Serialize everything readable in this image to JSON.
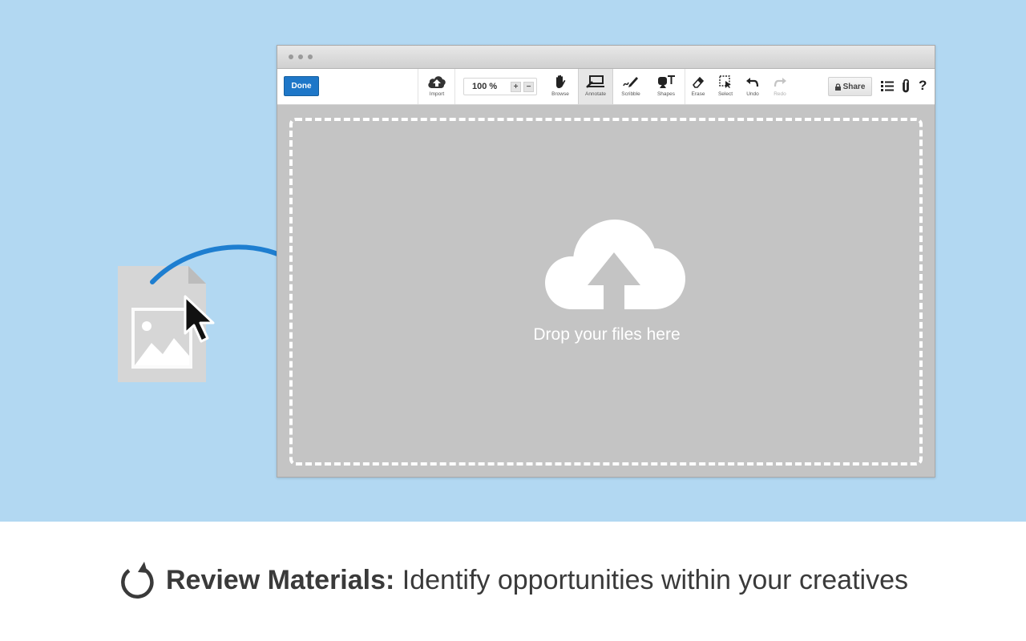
{
  "toolbar": {
    "done_label": "Done",
    "import_label": "Import",
    "zoom_value": "100 %",
    "zoom_in_label": "+",
    "zoom_out_label": "−",
    "tools": [
      "Browse",
      "Annotate",
      "Scribble",
      "Shapes",
      "Erase",
      "Select",
      "Undo",
      "Redo"
    ],
    "active_tool": "Annotate",
    "share_label": "Share",
    "help_label": "?"
  },
  "dropzone": {
    "text": "Drop your files here"
  },
  "caption": {
    "title": "Review Materials:",
    "text": "Identify opportunities within your creatives"
  },
  "colors": {
    "background": "#b2d8f2",
    "accent": "#1e77c8",
    "canvas": "#c4c4c4"
  }
}
